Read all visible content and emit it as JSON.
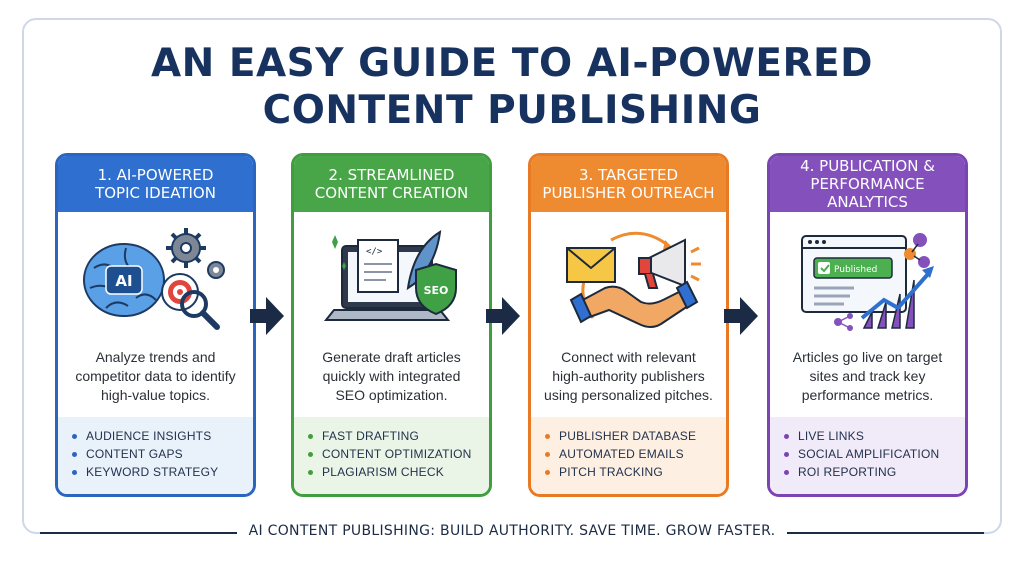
{
  "title": {
    "line1": "AN EASY GUIDE TO AI-POWERED",
    "line2": "CONTENT PUBLISHING"
  },
  "steps": [
    {
      "head1": "1. AI-POWERED",
      "head2": "TOPIC IDEATION",
      "color": "#2a66c0",
      "head_color": "#2f6fcf",
      "tint": "#e9f1fb",
      "desc1": "Analyze trends and",
      "desc2": "competitor data to identify",
      "desc3": "high-value topics.",
      "icon_text": "AI",
      "bullets": [
        "AUDIENCE INSIGHTS",
        "CONTENT GAPS",
        "KEYWORD STRATEGY"
      ]
    },
    {
      "head1": "2. STREAMLINED",
      "head2": "CONTENT CREATION",
      "color": "#3f9e3f",
      "head_color": "#48a648",
      "tint": "#eaf5e7",
      "desc1": "Generate draft articles",
      "desc2": "quickly with integrated",
      "desc3": "SEO optimization.",
      "icon_text": "SEO",
      "bullets": [
        "FAST DRAFTING",
        "CONTENT OPTIMIZATION",
        "PLAGIARISM CHECK"
      ]
    },
    {
      "head1": "3. TARGETED",
      "head2": "PUBLISHER OUTREACH",
      "color": "#e97a25",
      "head_color": "#ee8a30",
      "tint": "#fdf0e3",
      "desc1": "Connect with relevant",
      "desc2": "high-authority publishers",
      "desc3": "using personalized pitches.",
      "icon_text": "",
      "bullets": [
        "PUBLISHER DATABASE",
        "AUTOMATED EMAILS",
        "PITCH TRACKING"
      ]
    },
    {
      "head1": "4. PUBLICATION &",
      "head2": "PERFORMANCE ANALYTICS",
      "color": "#7a45b3",
      "head_color": "#8450bc",
      "tint": "#f1eaf8",
      "desc1": "Articles go live on target",
      "desc2": "sites and track key",
      "desc3": "performance metrics.",
      "icon_text": "Published",
      "bullets": [
        "LIVE LINKS",
        "SOCIAL AMPLIFICATION",
        "ROI REPORTING"
      ]
    }
  ],
  "footer": "AI CONTENT PUBLISHING: BUILD AUTHORITY. SAVE TIME. GROW FASTER."
}
